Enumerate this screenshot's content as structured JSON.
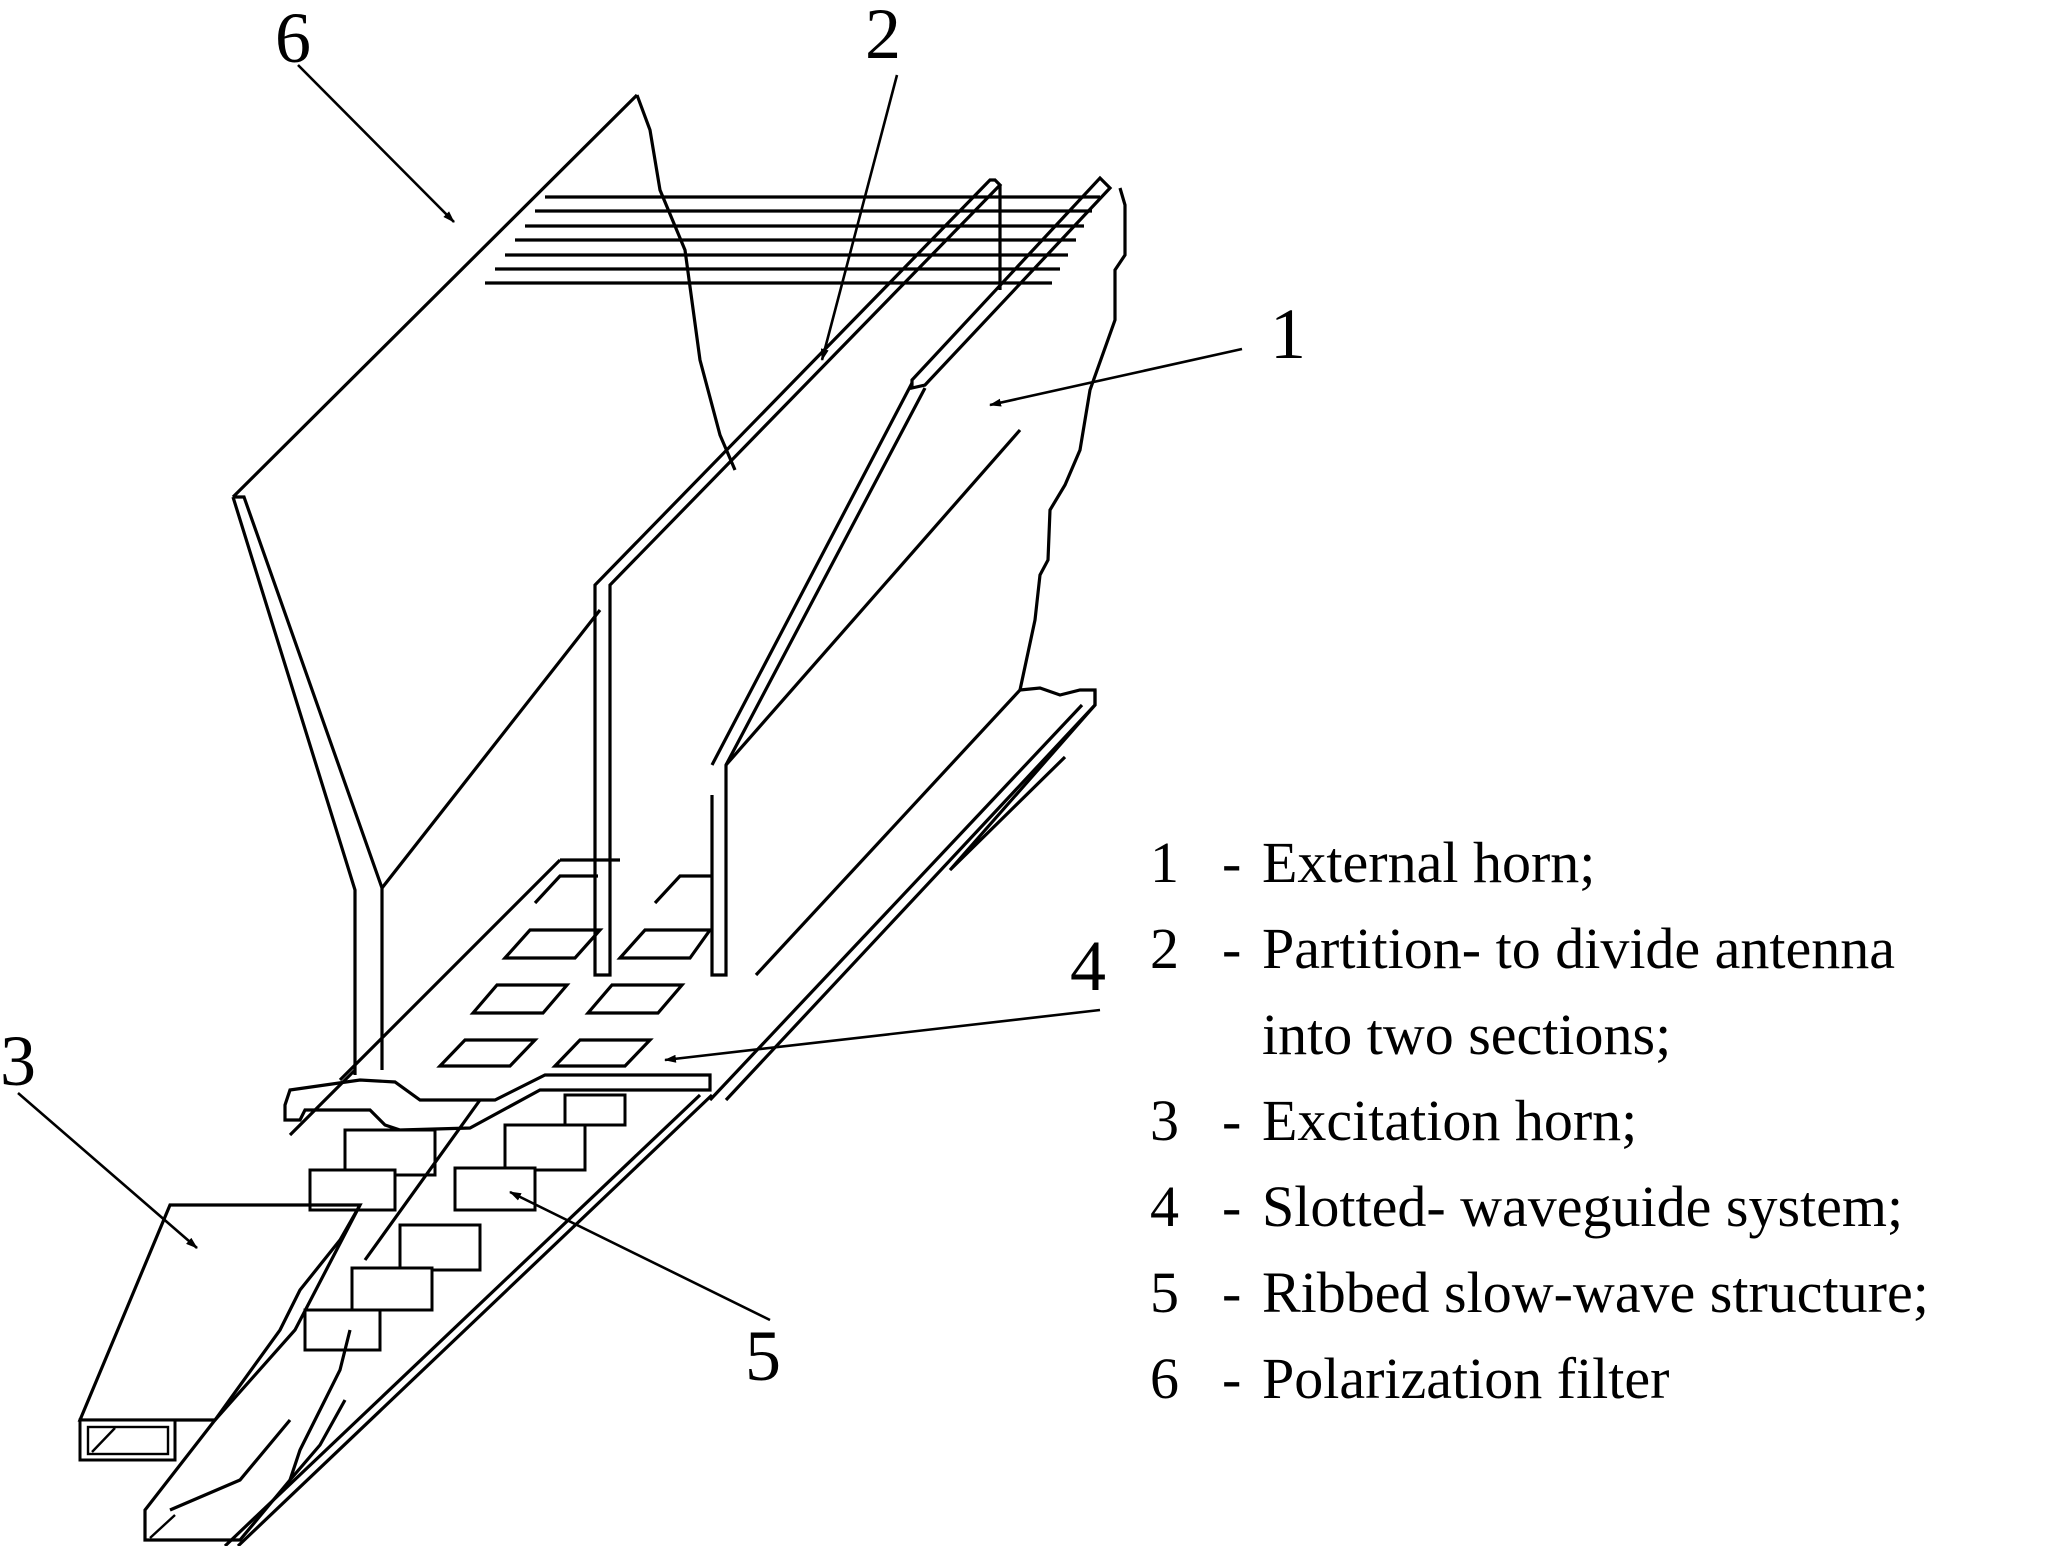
{
  "callouts": [
    {
      "id": "1",
      "label": "1"
    },
    {
      "id": "2",
      "label": "2"
    },
    {
      "id": "3",
      "label": "3"
    },
    {
      "id": "4",
      "label": "4"
    },
    {
      "id": "5",
      "label": "5"
    },
    {
      "id": "6",
      "label": "6"
    }
  ],
  "legend": {
    "items": [
      {
        "number": "1",
        "separator": "-",
        "text": "External horn;"
      },
      {
        "number": "2",
        "separator": "-",
        "text": "Partition- to divide antenna",
        "continuation": "into two sections;"
      },
      {
        "number": "3",
        "separator": "-",
        "text": "Excitation horn;"
      },
      {
        "number": "4",
        "separator": "-",
        "text": "Slotted- waveguide system;"
      },
      {
        "number": "5",
        "separator": "-",
        "text": "Ribbed slow-wave structure;"
      },
      {
        "number": "6",
        "separator": "-",
        "text": "Polarization filter"
      }
    ]
  },
  "colors": {
    "line": "#000000",
    "background": "#ffffff"
  }
}
